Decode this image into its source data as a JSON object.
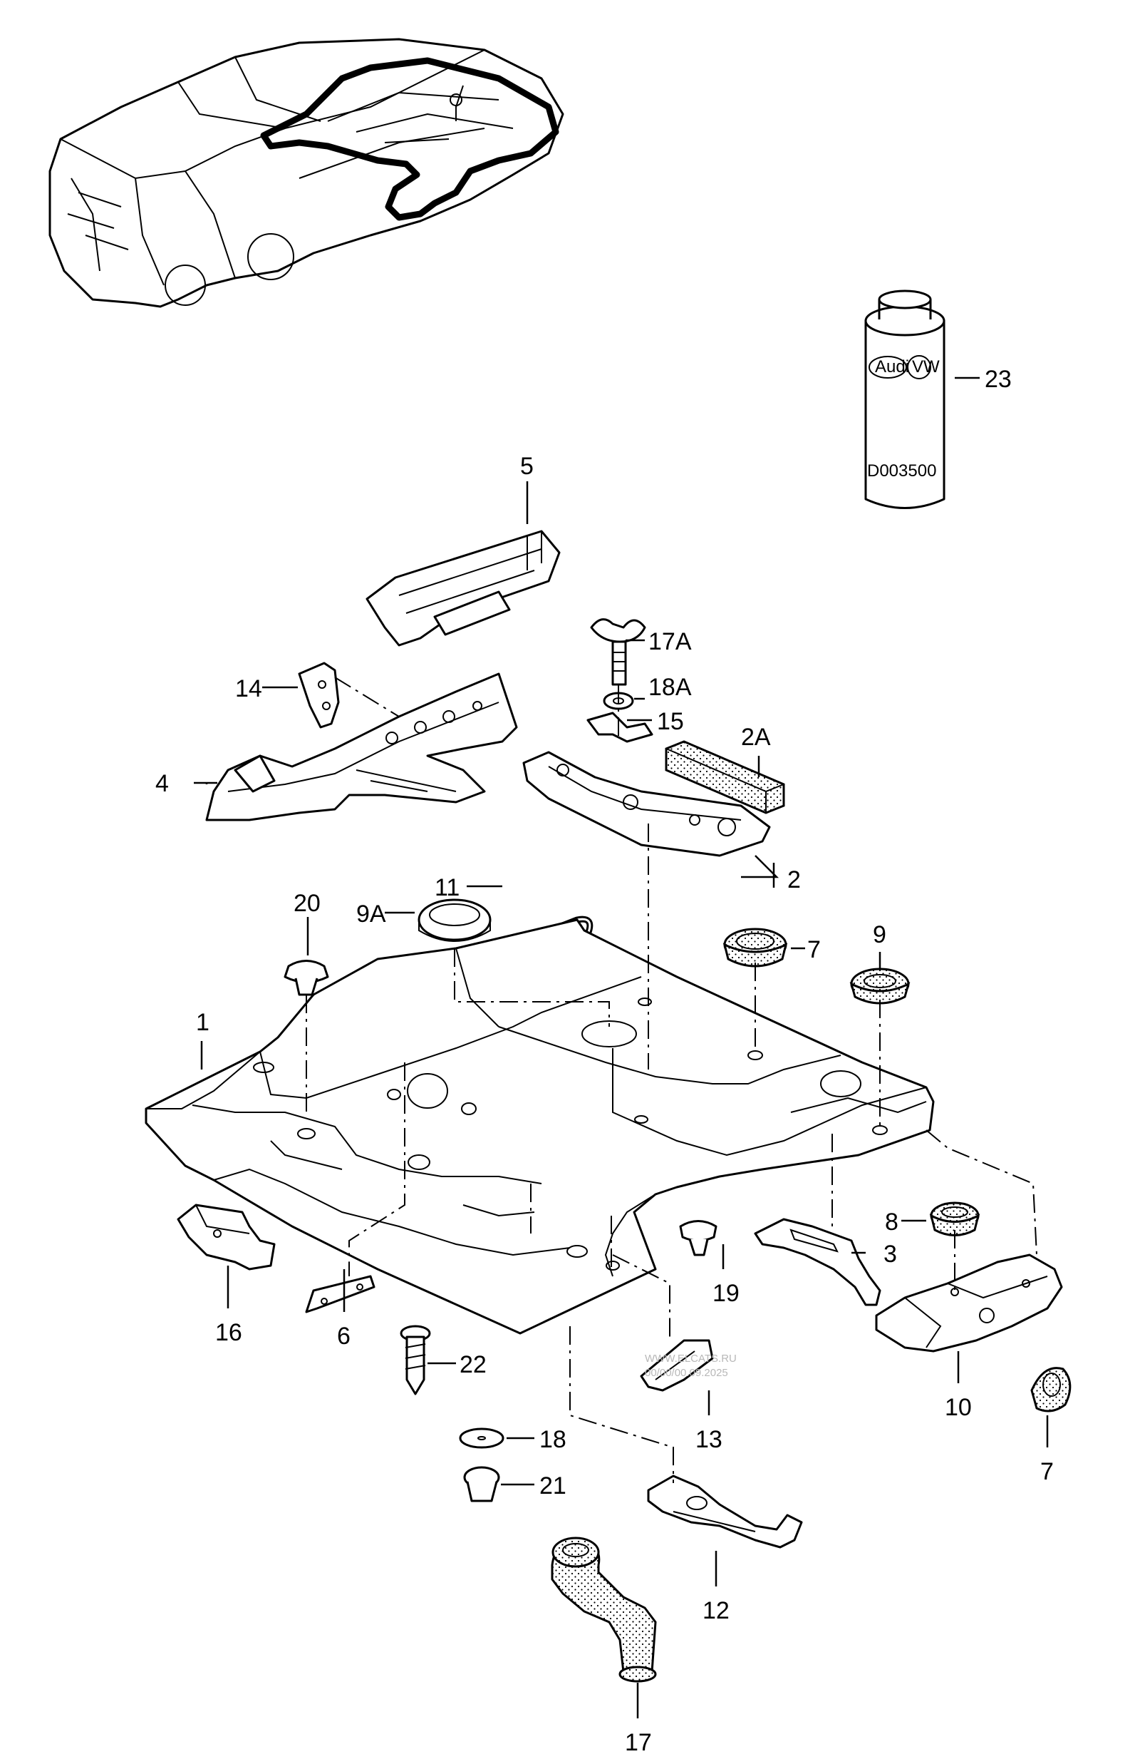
{
  "diagram": {
    "callouts": [
      {
        "id": "1",
        "label": "1"
      },
      {
        "id": "2",
        "label": "2"
      },
      {
        "id": "2A",
        "label": "2A"
      },
      {
        "id": "3",
        "label": "3"
      },
      {
        "id": "4",
        "label": "4"
      },
      {
        "id": "5",
        "label": "5"
      },
      {
        "id": "6",
        "label": "6"
      },
      {
        "id": "7a",
        "label": "7"
      },
      {
        "id": "7b",
        "label": "7"
      },
      {
        "id": "8",
        "label": "8"
      },
      {
        "id": "9",
        "label": "9"
      },
      {
        "id": "9A",
        "label": "9A"
      },
      {
        "id": "10",
        "label": "10"
      },
      {
        "id": "11",
        "label": "11"
      },
      {
        "id": "12",
        "label": "12"
      },
      {
        "id": "13",
        "label": "13"
      },
      {
        "id": "14",
        "label": "14"
      },
      {
        "id": "15",
        "label": "15"
      },
      {
        "id": "16",
        "label": "16"
      },
      {
        "id": "17",
        "label": "17"
      },
      {
        "id": "17A",
        "label": "17A"
      },
      {
        "id": "18",
        "label": "18"
      },
      {
        "id": "18A",
        "label": "18A"
      },
      {
        "id": "19",
        "label": "19"
      },
      {
        "id": "20",
        "label": "20"
      },
      {
        "id": "21",
        "label": "21"
      },
      {
        "id": "22",
        "label": "22"
      },
      {
        "id": "23",
        "label": "23"
      }
    ],
    "can": {
      "brand": "Audi",
      "brand2": "VW",
      "code": "D003500"
    },
    "watermark": {
      "line1": "WWW.ELCATS.RU",
      "line2": "00/00/00.09.2025"
    }
  }
}
